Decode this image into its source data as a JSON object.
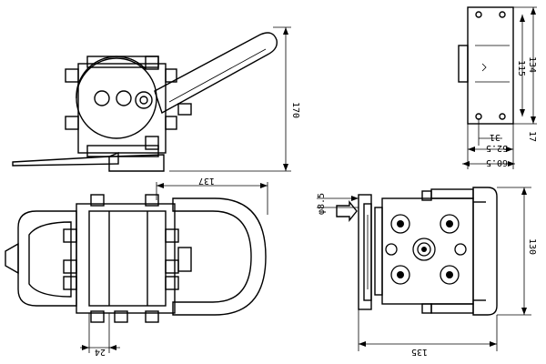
{
  "dimensions": {
    "height_170": "170",
    "width_137": "137",
    "offset_24": "24",
    "hole_dia": "φ8.5",
    "height_130": "130",
    "width_135": "135",
    "bracket_115": "115",
    "bracket_134": "134",
    "bracket_31": "31",
    "bracket_17": "17",
    "bracket_52": "52.5",
    "bracket_605": "60.5"
  }
}
